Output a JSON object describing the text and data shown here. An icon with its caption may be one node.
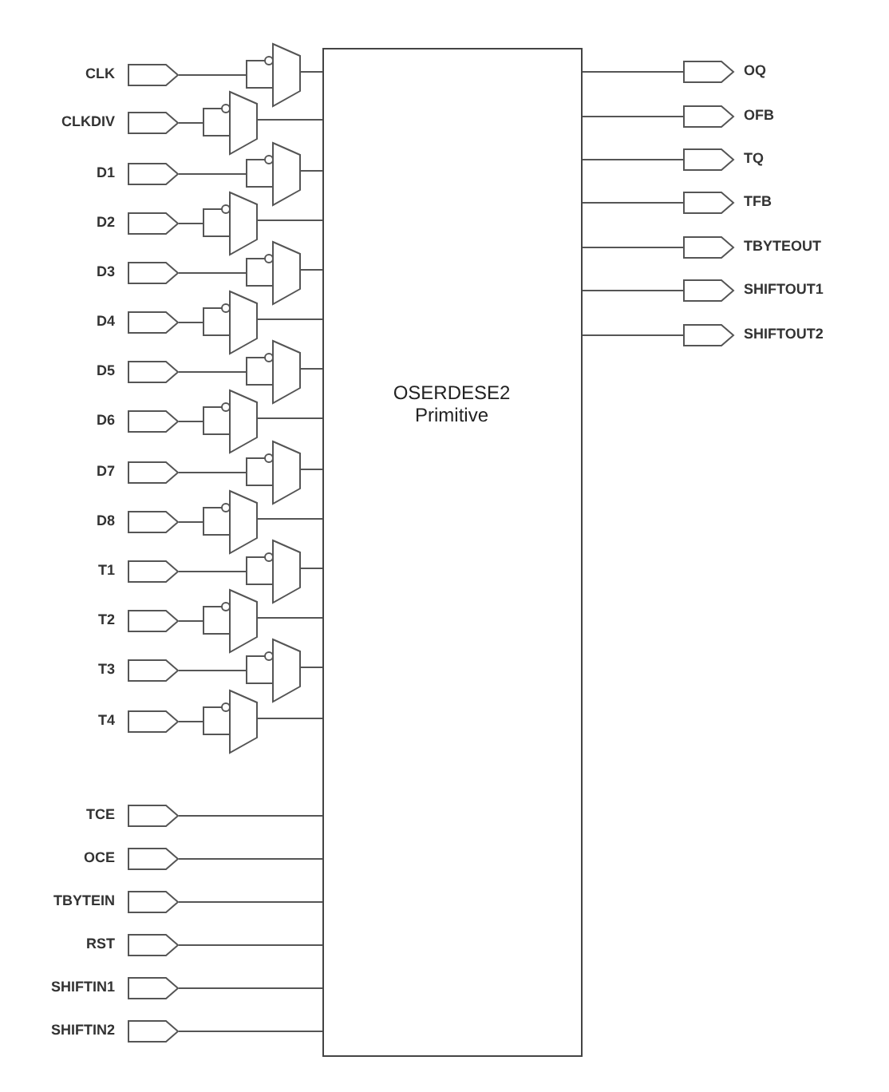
{
  "diagram": {
    "nodes": [
      {
        "text": [
          "CLK"
        ]
      },
      {
        "text": [
          "CLKDIV"
        ]
      },
      {
        "text": [
          "D1"
        ]
      },
      {
        "text": [
          "D2"
        ]
      },
      {
        "text": [
          "D3"
        ]
      },
      {
        "text": [
          "D4"
        ]
      },
      {
        "text": [
          "D5"
        ]
      },
      {
        "text": [
          "D6"
        ]
      },
      {
        "text": [
          "D7"
        ]
      },
      {
        "text": [
          "D8"
        ]
      },
      {
        "text": [
          "T1"
        ]
      },
      {
        "text": [
          "T2"
        ]
      },
      {
        "text": [
          "T3"
        ]
      },
      {
        "text": [
          "T4"
        ]
      },
      {
        "text": [
          "TCE"
        ]
      },
      {
        "text": [
          "OCE"
        ]
      },
      {
        "text": [
          "TBYTEIN"
        ]
      },
      {
        "text": [
          "RST"
        ]
      },
      {
        "text": [
          "SHIFTIN1"
        ]
      },
      {
        "text": [
          "SHIFTIN2"
        ]
      },
      {
        "text": [],
        "shape": "multiplexer"
      },
      {
        "text": [],
        "shape": "multiplexer"
      },
      {
        "text": [],
        "shape": "multiplexer"
      },
      {
        "text": [],
        "shape": "multiplexer"
      },
      {
        "text": [],
        "shape": "multiplexer"
      },
      {
        "text": [],
        "shape": "multiplexer"
      },
      {
        "text": [],
        "shape": "multiplexer"
      },
      {
        "text": [],
        "shape": "multiplexer"
      },
      {
        "text": [],
        "shape": "multiplexer"
      },
      {
        "text": [],
        "shape": "multiplexer"
      },
      {
        "text": [],
        "shape": "multiplexer"
      },
      {
        "text": [],
        "shape": "multiplexer"
      },
      {
        "text": [],
        "shape": "multiplexer"
      },
      {
        "text": [],
        "shape": "multiplexer"
      },
      {
        "text": [
          "OSERDESE2 Primitive"
        ]
      },
      {
        "text": [
          "OQ"
        ]
      },
      {
        "text": [
          "OFB"
        ]
      },
      {
        "text": [
          "TQ"
        ]
      },
      {
        "text": [
          "TFB"
        ]
      },
      {
        "text": [
          "TBYTEOUT"
        ]
      },
      {
        "text": [
          "SHIFTOUT1"
        ]
      },
      {
        "text": [
          "SHIFTOUT2"
        ]
      }
    ],
    "edges": [
      {
        "from": 0,
        "to": 20,
        "arrow": "none"
      },
      {
        "from": 20,
        "to": 34,
        "arrow": "none"
      },
      {
        "from": 1,
        "to": 21,
        "arrow": "none"
      },
      {
        "from": 21,
        "to": 34,
        "arrow": "none"
      },
      {
        "from": 2,
        "to": 22,
        "arrow": "none"
      },
      {
        "from": 22,
        "to": 34,
        "arrow": "none"
      },
      {
        "from": 3,
        "to": 23,
        "arrow": "none"
      },
      {
        "from": 23,
        "to": 34,
        "arrow": "none"
      },
      {
        "from": 4,
        "to": 24,
        "arrow": "none"
      },
      {
        "from": 24,
        "to": 34,
        "arrow": "none"
      },
      {
        "from": 5,
        "to": 25,
        "arrow": "none"
      },
      {
        "from": 25,
        "to": 34,
        "arrow": "none"
      },
      {
        "from": 6,
        "to": 26,
        "arrow": "none"
      },
      {
        "from": 26,
        "to": 34,
        "arrow": "none"
      },
      {
        "from": 7,
        "to": 27,
        "arrow": "none"
      },
      {
        "from": 27,
        "to": 34,
        "arrow": "none"
      },
      {
        "from": 8,
        "to": 28,
        "arrow": "none"
      },
      {
        "from": 28,
        "to": 34,
        "arrow": "none"
      },
      {
        "from": 9,
        "to": 29,
        "arrow": "none"
      },
      {
        "from": 29,
        "to": 34,
        "arrow": "none"
      },
      {
        "from": 10,
        "to": 30,
        "arrow": "none"
      },
      {
        "from": 30,
        "to": 34,
        "arrow": "none"
      },
      {
        "from": 11,
        "to": 31,
        "arrow": "none"
      },
      {
        "from": 31,
        "to": 34,
        "arrow": "none"
      },
      {
        "from": 12,
        "to": 32,
        "arrow": "none"
      },
      {
        "from": 32,
        "to": 34,
        "arrow": "none"
      },
      {
        "from": 13,
        "to": 33,
        "arrow": "none"
      },
      {
        "from": 33,
        "to": 34,
        "arrow": "none"
      },
      {
        "from": 14,
        "to": 34,
        "arrow": "none"
      },
      {
        "from": 15,
        "to": 34,
        "arrow": "none"
      },
      {
        "from": 16,
        "to": 34,
        "arrow": "none"
      },
      {
        "from": 17,
        "to": 34,
        "arrow": "none"
      },
      {
        "from": 18,
        "to": 34,
        "arrow": "none"
      },
      {
        "from": 19,
        "to": 34,
        "arrow": "none"
      },
      {
        "from": 34,
        "to": 35,
        "arrow": "none"
      },
      {
        "from": 34,
        "to": 36,
        "arrow": "none"
      },
      {
        "from": 34,
        "to": 37,
        "arrow": "none"
      },
      {
        "from": 34,
        "to": 38,
        "arrow": "none"
      },
      {
        "from": 34,
        "to": 39,
        "arrow": "none"
      },
      {
        "from": 34,
        "to": 40,
        "arrow": "none"
      },
      {
        "from": 34,
        "to": 41,
        "arrow": "none"
      }
    ]
  }
}
